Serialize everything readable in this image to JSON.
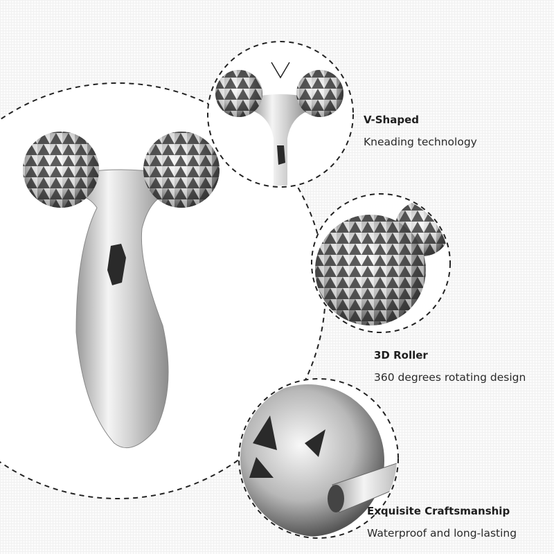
{
  "features": [
    {
      "title": "V-Shaped",
      "description": "Kneading technology"
    },
    {
      "title": "3D Roller",
      "description": "360 degrees rotating design"
    },
    {
      "title": "Exquisite Craftsmanship",
      "description": "Waterproof and long-lasting"
    }
  ],
  "colors": {
    "metal": "#c8c8c8",
    "facet_dark": "#2a2a2a",
    "dash": "#222222"
  }
}
